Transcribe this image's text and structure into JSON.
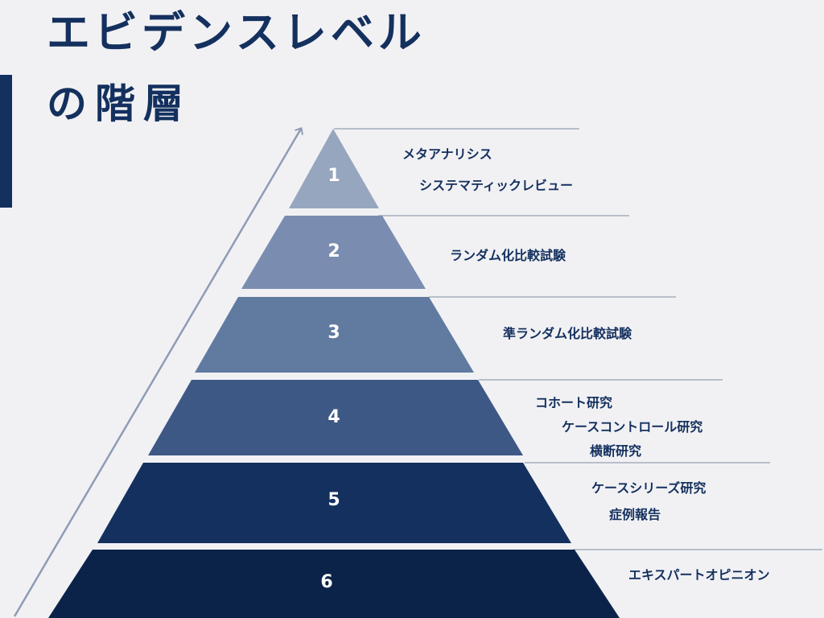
{
  "title": {
    "line1": "エビデンスレベル",
    "line2": "の階層"
  },
  "colors": {
    "background": "#f1f1f4",
    "title": "#14305e",
    "accent_bar": "#14305e",
    "arrow": "#8e9cb4",
    "divider": "#7f8aa0",
    "level_fills": [
      "#97a6bf",
      "#7a8db0",
      "#617aa0",
      "#3e5886",
      "#14305e",
      "#0c2349"
    ]
  },
  "levels": [
    {
      "number": "1",
      "items": [
        "メタアナリシス",
        "システマティックレビュー"
      ]
    },
    {
      "number": "2",
      "items": [
        "ランダム化比較試験"
      ]
    },
    {
      "number": "3",
      "items": [
        "準ランダム化比較試験"
      ]
    },
    {
      "number": "4",
      "items": [
        "コホート研究",
        "ケースコントロール研究",
        "横断研究"
      ]
    },
    {
      "number": "5",
      "items": [
        "ケースシリーズ研究",
        "症例報告"
      ]
    },
    {
      "number": "6",
      "items": [
        "エキスパートオピニオン"
      ]
    }
  ]
}
